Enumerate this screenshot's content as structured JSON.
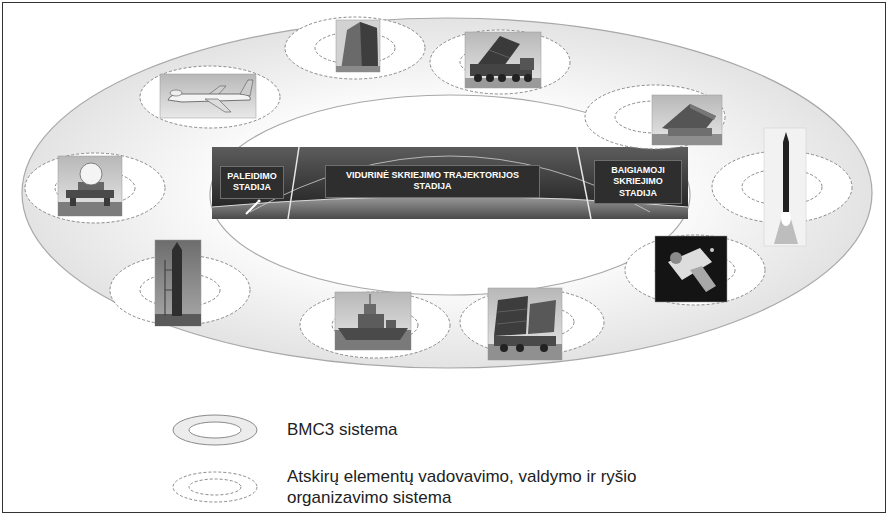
{
  "diagram": {
    "nodes": [
      {
        "text": [
          "PALEIDIMO STADIJA"
        ]
      },
      {
        "text": [
          "VIDURINĖ SKRIEJIMO TRAJEKTORIJOS STADIJA"
        ]
      },
      {
        "text": [
          "BAIGIAMOJI SKRIEJIMO STADIJA"
        ]
      }
    ],
    "legend": [
      {
        "text": "BMC3 sistema"
      },
      {
        "text": "Atskirų elementų vadovavimo, valdymo ir ryšio organizavimo sistema"
      }
    ]
  }
}
